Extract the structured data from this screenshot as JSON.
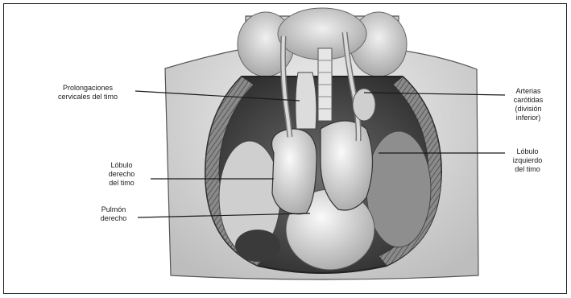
{
  "figure": {
    "labels": {
      "thymus_cervical_extensions": [
        "Prolongaciones",
        "cervicales del timo"
      ],
      "carotid_arteries": [
        "Arterias",
        "carótidas",
        "(división",
        "inferior)"
      ],
      "right_thymus_lobe": [
        "Lóbulo",
        "derecho",
        "del timo"
      ],
      "left_thymus_lobe": [
        "Lóbulo",
        "izquierdo",
        "del timo"
      ],
      "right_lung": [
        "Pulmón",
        "derecho"
      ]
    }
  }
}
